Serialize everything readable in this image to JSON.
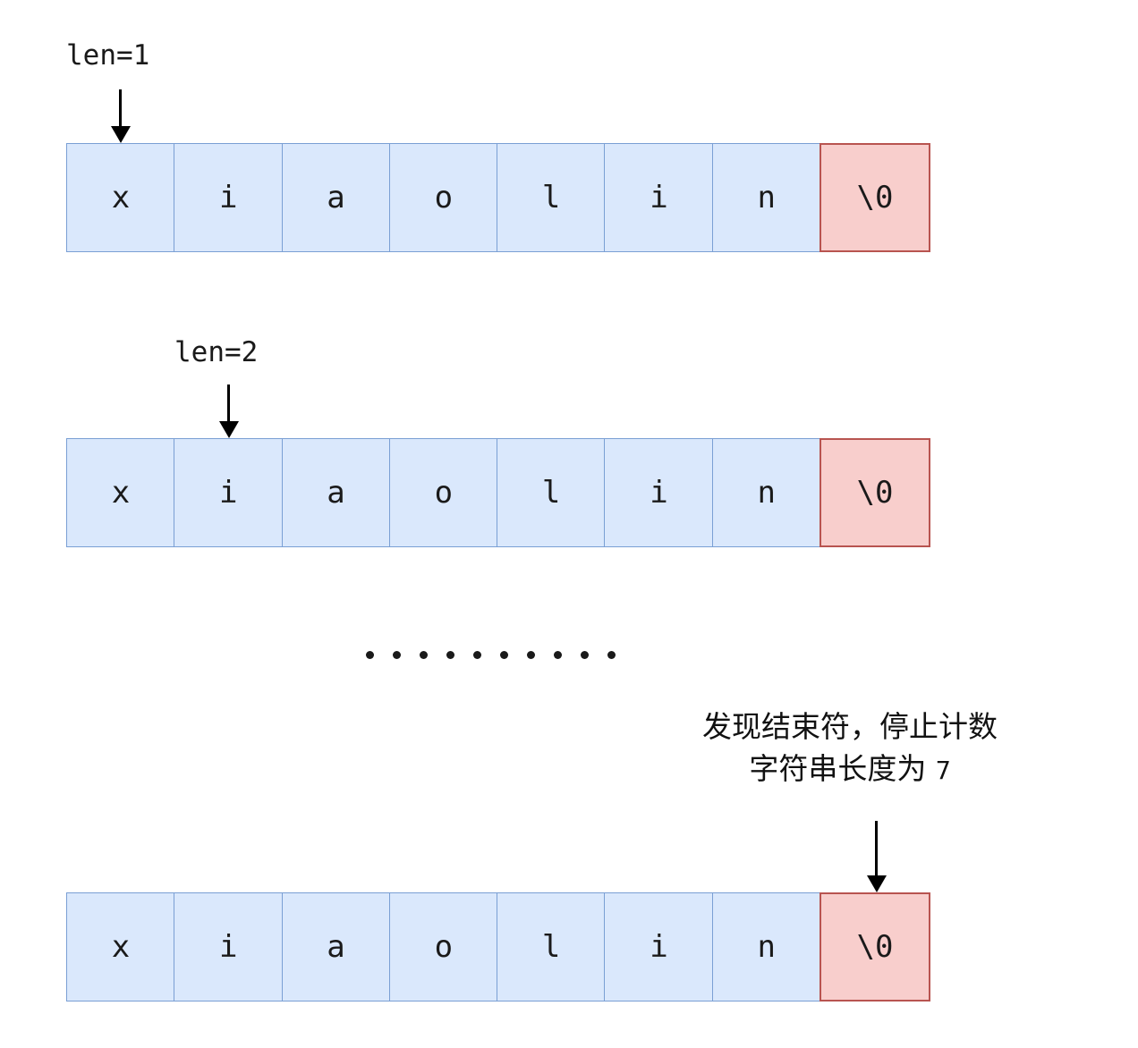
{
  "diagram": {
    "title": "strlen counting walkthrough",
    "colors": {
      "data_cell_fill": "#dae8fc",
      "data_cell_stroke": "#7a9fd4",
      "terminator_fill": "#f8cecc",
      "terminator_stroke": "#b85450",
      "text": "#1a1a1a",
      "arrow": "#000000",
      "background": "#ffffff"
    },
    "string_cells": [
      "x",
      "i",
      "a",
      "o",
      "l",
      "i",
      "n",
      "\\0"
    ],
    "terminator_index": 7,
    "rows": [
      {
        "id": "row-1",
        "label": "len=1",
        "arrow_target_index": 0,
        "cells": [
          "x",
          "i",
          "a",
          "o",
          "l",
          "i",
          "n",
          "\\0"
        ]
      },
      {
        "id": "row-2",
        "label": "len=2",
        "arrow_target_index": 1,
        "cells": [
          "x",
          "i",
          "a",
          "o",
          "l",
          "i",
          "n",
          "\\0"
        ]
      },
      {
        "id": "row-3",
        "label": "",
        "arrow_target_index": 7,
        "cells": [
          "x",
          "i",
          "a",
          "o",
          "l",
          "i",
          "n",
          "\\0"
        ]
      }
    ],
    "ellipsis": {
      "dot_count": 10
    },
    "annotation": {
      "line1": "发现结束符，停止计数",
      "line2_prefix": "字符串长度为",
      "line2_value": "7"
    }
  }
}
